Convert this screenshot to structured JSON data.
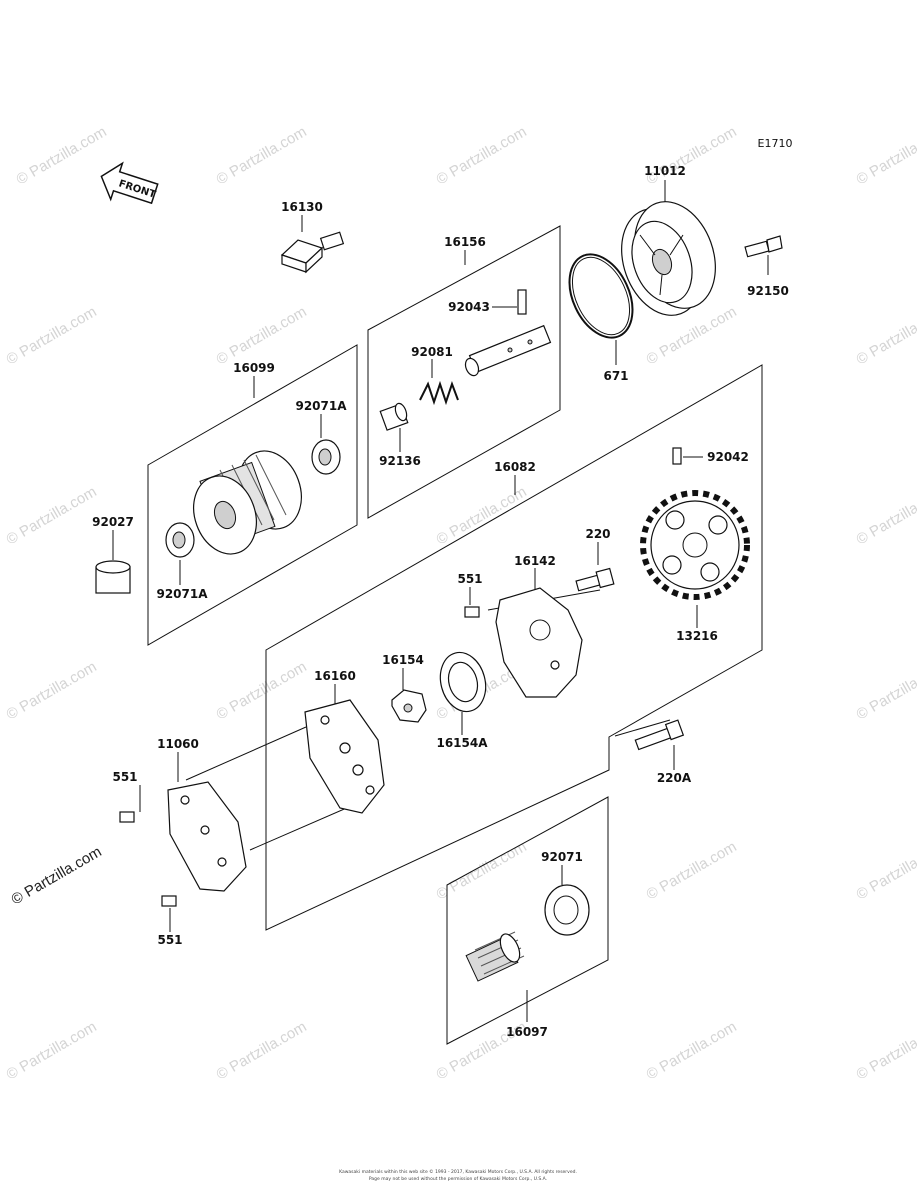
{
  "diagram_code": "E1710",
  "front_label": "FRONT",
  "watermark_text": "© Partzilla.com",
  "footer_lines": [
    "Kawasaki materials within this web site © 1993 - 2017, Kawasaki Motors Corp., U.S.A. All rights reserved.",
    "Page may not be used without the permission of Kawasaki Motors Corp., U.S.A."
  ],
  "part_labels": {
    "p11012": "11012",
    "p92150": "92150",
    "p671": "671",
    "p16130": "16130",
    "p16156": "16156",
    "p92043": "92043",
    "p92081": "92081",
    "p92136": "92136",
    "p16099": "16099",
    "p92071A_top": "92071A",
    "p92071A_bottom": "92071A",
    "p92027": "92027",
    "p16082": "16082",
    "p92042": "92042",
    "p13216": "13216",
    "p220": "220",
    "p220A": "220A",
    "p16142": "16142",
    "p551_upper": "551",
    "p16154": "16154",
    "p16154A": "16154A",
    "p16160": "16160",
    "p11060": "11060",
    "p551_left": "551",
    "p551_bottom": "551",
    "p92071": "92071",
    "p16097": "16097"
  },
  "colors": {
    "line": "#111111",
    "watermark": "#d4d4d4",
    "background": "#ffffff"
  }
}
